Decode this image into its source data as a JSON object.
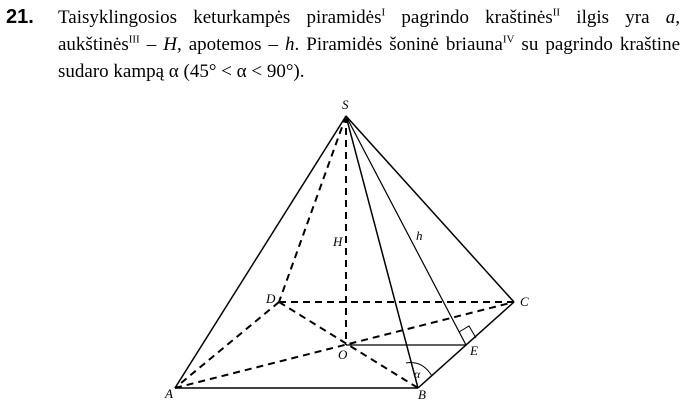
{
  "problem": {
    "number": "21.",
    "t1": "Taisyklingosios keturkampės piramidės",
    "s1": "I",
    "t2": " pagrindo kraštinės",
    "s2": "II",
    "t3": " ilgis yra ",
    "var_a": "a",
    "t4": ", aukštinės",
    "s3": "III",
    "t5": " – ",
    "var_H": "H",
    "t6": ", apotemos – ",
    "var_h": "h",
    "t7": ". Piramidės šoninė briauna",
    "s4": "IV",
    "t8": " su pagrindo kraštine sudaro kampą α ",
    "condition": "(45° < α < 90°)",
    "t9": "."
  },
  "figure": {
    "labels": {
      "S": "S",
      "A": "A",
      "B": "B",
      "C": "C",
      "D": "D",
      "O": "O",
      "E": "E",
      "H": "H",
      "h": "h",
      "alpha": "α"
    }
  }
}
